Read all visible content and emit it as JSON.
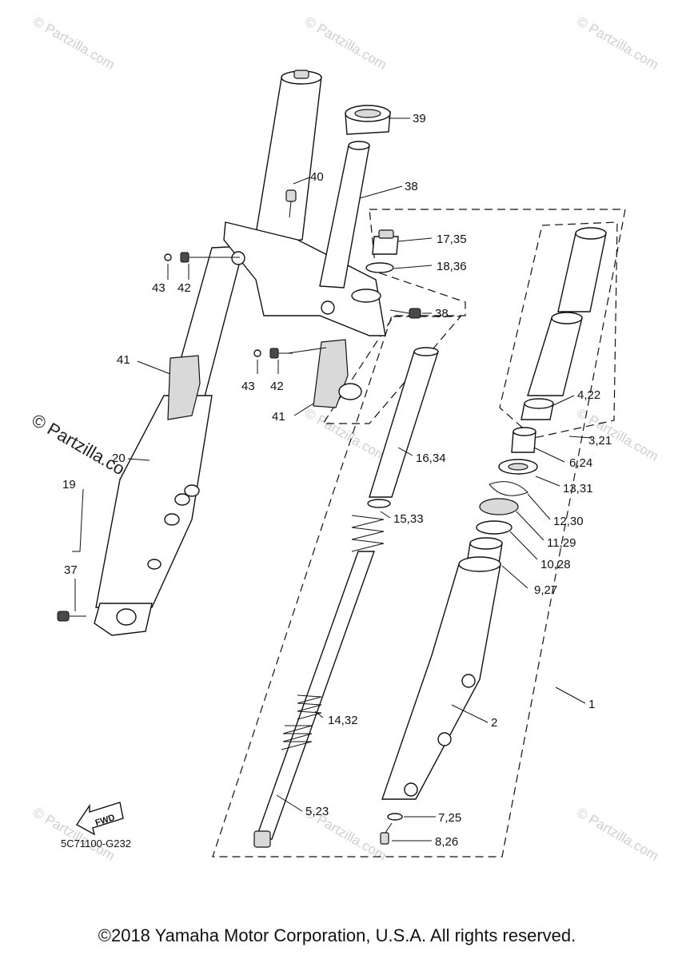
{
  "watermark": {
    "text": "© Partzilla.com",
    "main": "© Partzilla.com"
  },
  "callouts": {
    "c1": "1",
    "c2": "2",
    "c3_21": "3,21",
    "c4_22": "4,22",
    "c5_23": "5,23",
    "c6_24": "6,24",
    "c7_25": "7,25",
    "c8_26": "8,26",
    "c9_27": "9,27",
    "c10_28": "10,28",
    "c11_29": "11,29",
    "c12_30": "12,30",
    "c13_31": "13,31",
    "c14_32": "14,32",
    "c15_33": "15,33",
    "c16_34": "16,34",
    "c17_35": "17,35",
    "c18_36": "18,36",
    "c19": "19",
    "c20": "20",
    "c37": "37",
    "c38a": "38",
    "c38b": "38",
    "c39": "39",
    "c40": "40",
    "c41a": "41",
    "c41b": "41",
    "c42a": "42",
    "c42b": "42",
    "c43a": "43",
    "c43b": "43"
  },
  "fwd_label": "FWD",
  "diagram_code": "5C71100-G232",
  "copyright": "©2018 Yamaha Motor Corporation, U.S.A. All rights reserved."
}
